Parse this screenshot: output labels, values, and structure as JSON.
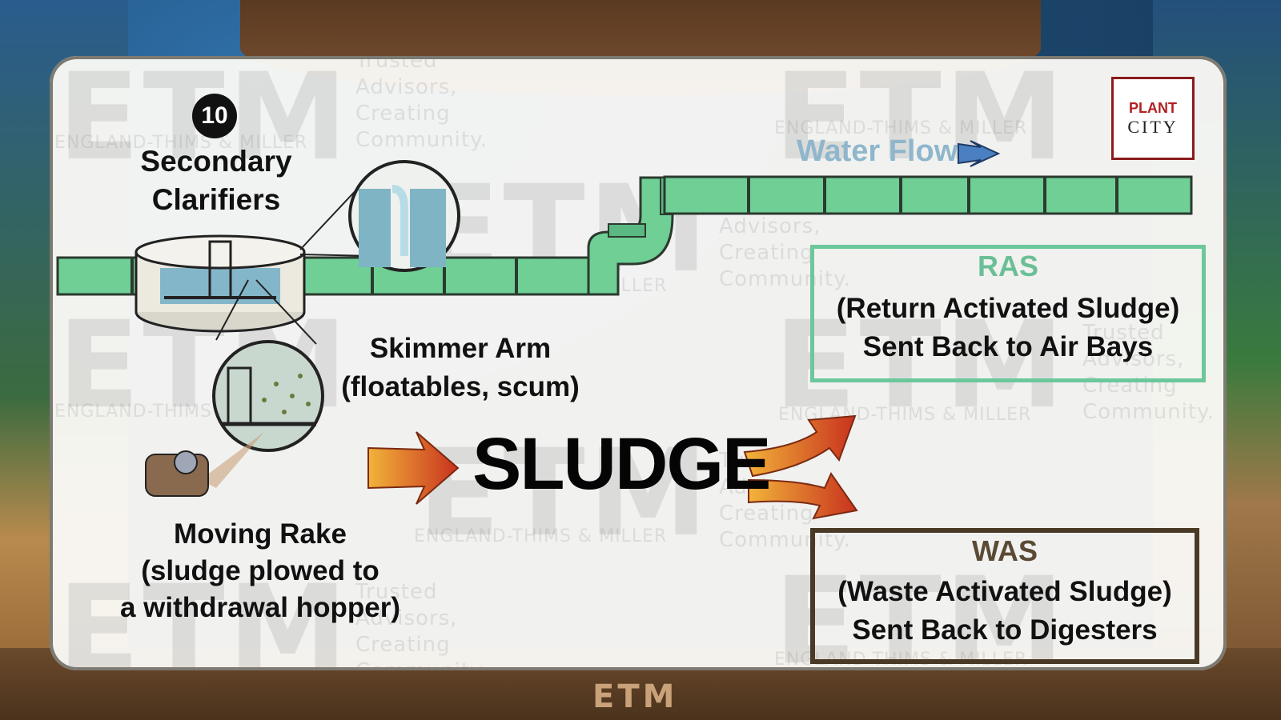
{
  "step_number": "10",
  "title_line1": "Secondary",
  "title_line2": "Clarifiers",
  "water_flow_label": "Water Flow",
  "skimmer": {
    "line1": "Skimmer Arm",
    "line2": "(floatables, scum)"
  },
  "rake": {
    "line1": "Moving Rake",
    "line2": "(sludge plowed to",
    "line3": "a withdrawal hopper)"
  },
  "center_label": "SLUDGE",
  "ras": {
    "head": "RAS",
    "line1": "(Return Activated Sludge)",
    "line2": "Sent Back to Air Bays"
  },
  "was": {
    "head": "WAS",
    "line1": "(Waste Activated Sludge)",
    "line2": "Sent Back to Digesters"
  },
  "logo": {
    "top": "PLANT",
    "bottom": "CITY"
  },
  "watermark": {
    "logo": "ETM",
    "firm": "ENGLAND-THIMS & MILLER",
    "tagline1": "Trusted",
    "tagline2": "Advisors,",
    "tagline3": "Creating",
    "tagline4": "Community."
  },
  "footer_logo": "ETM",
  "colors": {
    "pipe": "#6fcf95",
    "ras_border": "#6cc79a",
    "ras_text": "#6bbf96",
    "was_border": "#4a3a25",
    "was_text": "#5a4a35",
    "water_flow": "#8fb6cc",
    "arrow_start": "#f2b33a",
    "arrow_end": "#c8321e",
    "logo_red": "#b02020"
  }
}
